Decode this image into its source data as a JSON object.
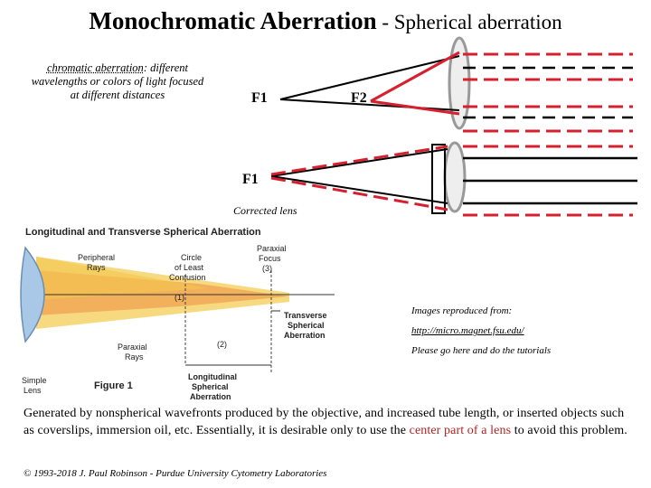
{
  "title": {
    "main": "Monochromatic Aberration",
    "separator": " - ",
    "sub": "Spherical aberration"
  },
  "note": {
    "term": "chromatic aberration",
    "rest": ": different wavelengths or colors of light focused at different distances"
  },
  "labels": {
    "f1_top": "F1",
    "f2": "F2",
    "f1_bottom": "F1",
    "corrected": "Corrected lens"
  },
  "figure": {
    "title": "Longitudinal and Transverse Spherical Aberration",
    "peripheral": [
      "Peripheral",
      "Rays"
    ],
    "circle": [
      "Circle",
      "of Least",
      "Confusion"
    ],
    "paraxial_focus": [
      "Paraxial",
      "Focus",
      "(3)"
    ],
    "marker1": "(1)",
    "marker2": "(2)",
    "transverse": [
      "Transverse",
      "Spherical",
      "Aberration"
    ],
    "paraxial_rays": [
      "Paraxial",
      "Rays"
    ],
    "longitudinal": [
      "Longitudinal",
      "Spherical",
      "Aberration"
    ],
    "simple_lens": [
      "Simple",
      "Lens"
    ],
    "caption": "Figure 1"
  },
  "credits": {
    "line1": "Images reproduced from:",
    "line2": "http://micro.magnet.fsu.edu/",
    "line3": "Please go here and do the tutorials"
  },
  "bottom": {
    "text": "Generated by nonspherical wavefronts produced by the objective, and increased tube length, or inserted objects such as coverslips, immersion oil, etc. Essentially, it is desirable only to use the ",
    "highlight": "center part of a lens",
    "end": " to avoid this problem."
  },
  "copyright": "© 1993-2018 J. Paul Robinson - Purdue University Cytometry Laboratories",
  "colors": {
    "ray_red": "#d6202f",
    "ray_black": "#000000",
    "lens_gray": "#999999",
    "highlight": "#b22222",
    "fan_yellow": "#f6d36a",
    "fan_orange": "#ef9a4a"
  }
}
